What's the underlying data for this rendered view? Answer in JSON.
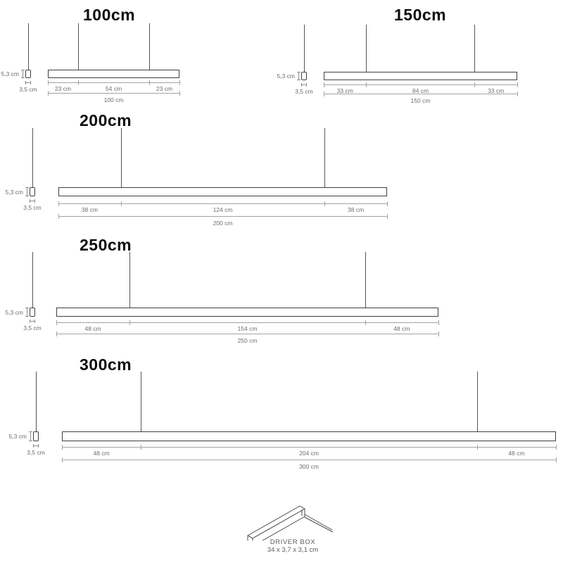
{
  "colors": {
    "outline": "#3f3f3f",
    "wire": "#555555",
    "dimension_line": "#a3a3a3",
    "dimension_text": "#6d6d6d",
    "title_text": "#0d0d0d"
  },
  "profile_labels": {
    "height": "5,3 cm",
    "width": "3,5 cm"
  },
  "diagrams": [
    {
      "title": "100cm",
      "total_label": "100 cm",
      "total_cm": 100,
      "segments_cm": [
        23,
        54,
        23
      ],
      "segment_labels": [
        "23 cm",
        "54 cm",
        "23 cm"
      ]
    },
    {
      "title": "150cm",
      "total_label": "150 cm",
      "total_cm": 150,
      "segments_cm": [
        33,
        84,
        33
      ],
      "segment_labels": [
        "33 cm",
        "84 cm",
        "33 cm"
      ]
    },
    {
      "title": "200cm",
      "total_label": "200 cm",
      "total_cm": 200,
      "segments_cm": [
        38,
        124,
        38
      ],
      "segment_labels": [
        "38 cm",
        "124 cm",
        "38 cm"
      ]
    },
    {
      "title": "250cm",
      "total_label": "250 cm",
      "total_cm": 250,
      "segments_cm": [
        48,
        154,
        48
      ],
      "segment_labels": [
        "48 cm",
        "154 cm",
        "48 cm"
      ]
    },
    {
      "title": "300cm",
      "total_label": "300 cm",
      "total_cm": 300,
      "segments_cm": [
        48,
        204,
        48
      ],
      "segment_labels": [
        "48 cm",
        "204 cm",
        "48 cm"
      ]
    }
  ],
  "driver_box": {
    "label": "DRIVER BOX",
    "dimensions": "34 x 3,7 x 3,1 cm"
  }
}
